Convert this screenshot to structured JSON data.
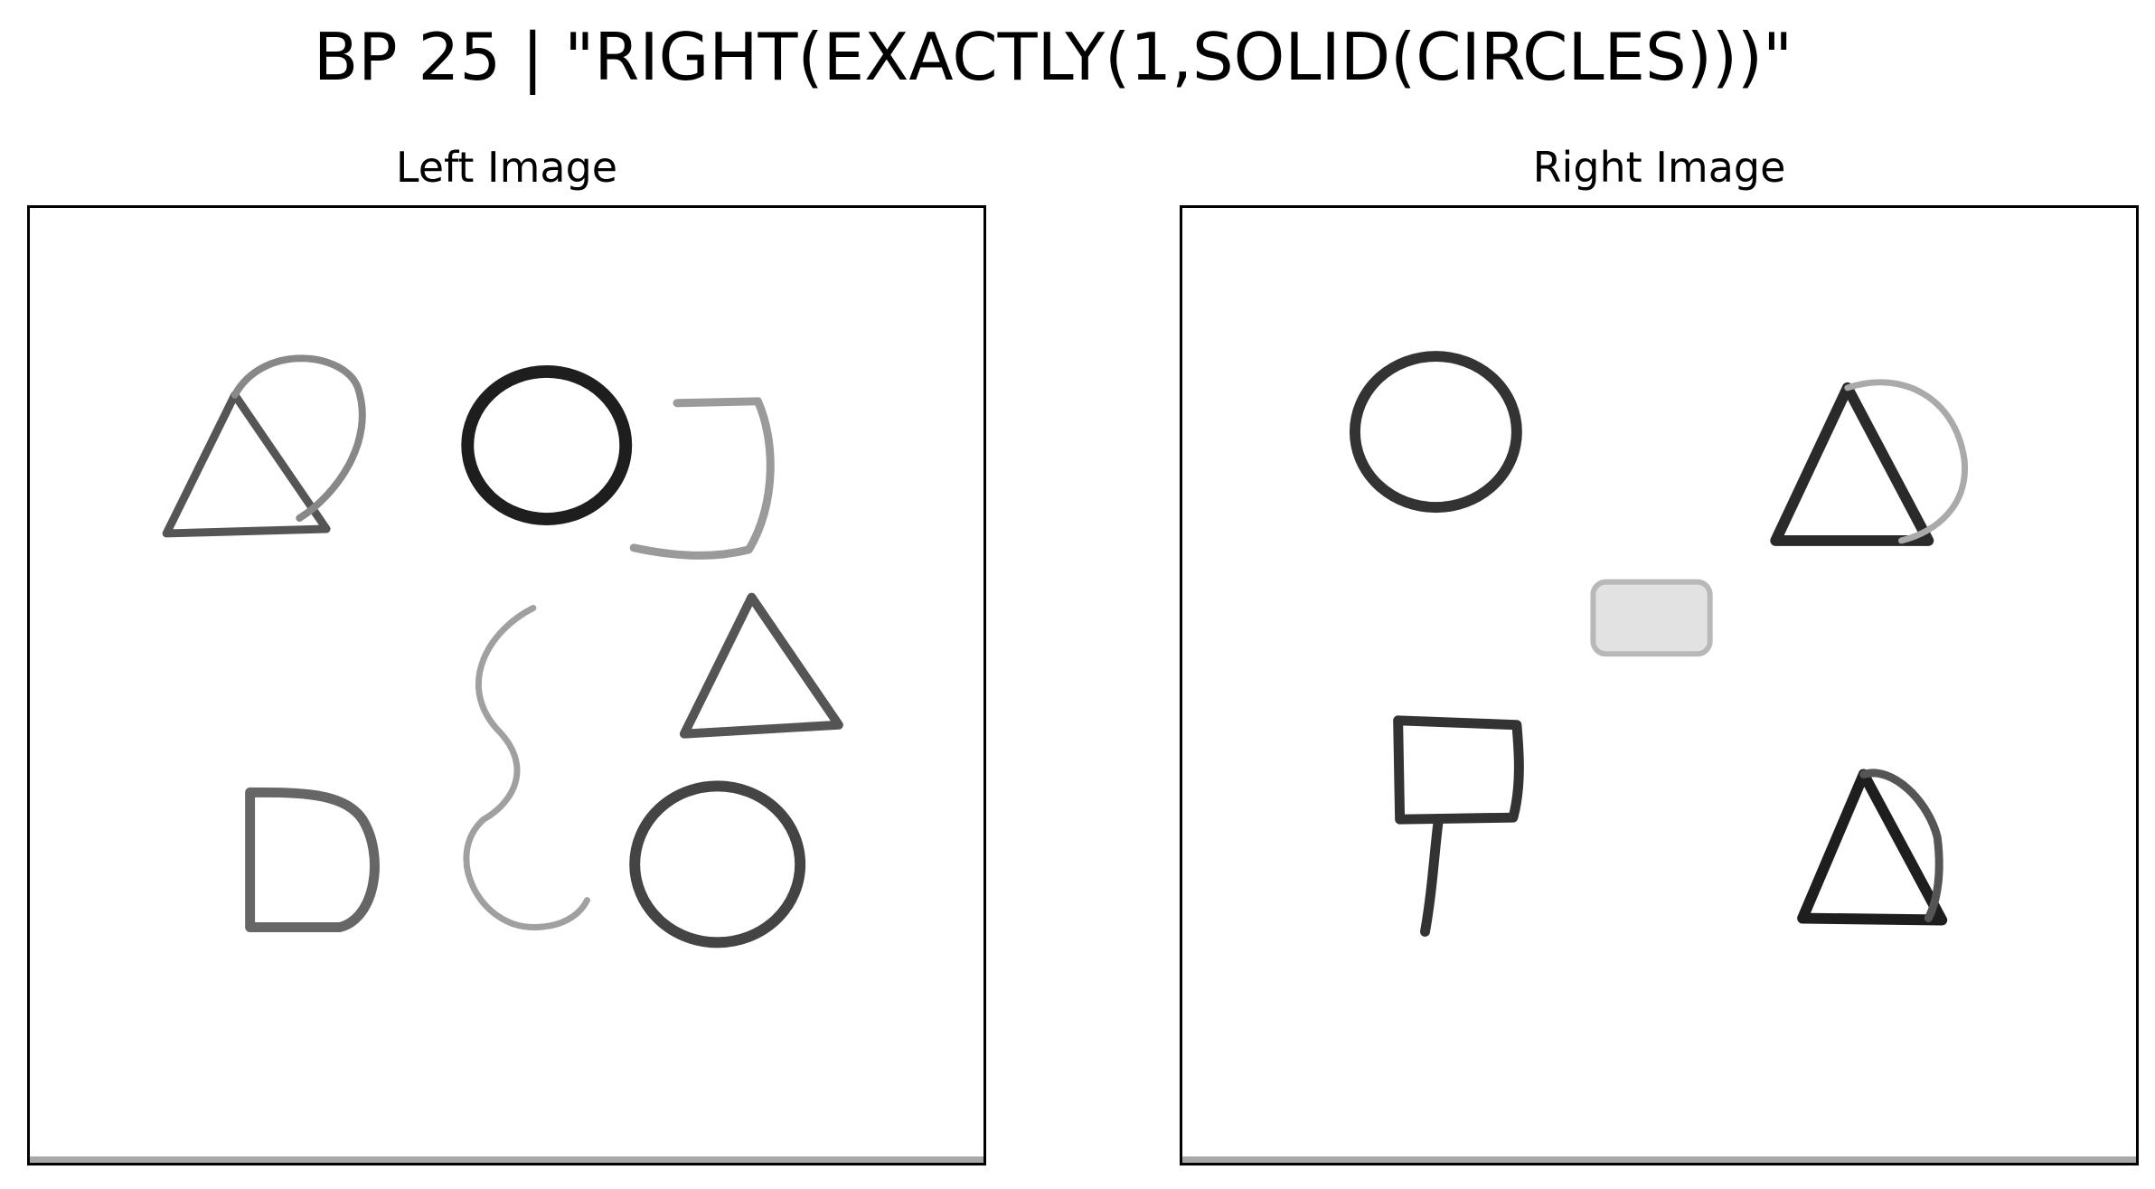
{
  "header": {
    "title": "BP 25 | \"RIGHT(EXACTLY(1,SOLID(CIRCLES)))\""
  },
  "panels": {
    "left": {
      "label": "Left Image"
    },
    "right": {
      "label": "Right Image"
    }
  },
  "colors": {
    "background": "#ffffff",
    "frame": "#000000",
    "ink": "#222222",
    "faint_ink": "#8a8a8a",
    "bottom_bar": "#a8a8a8"
  }
}
